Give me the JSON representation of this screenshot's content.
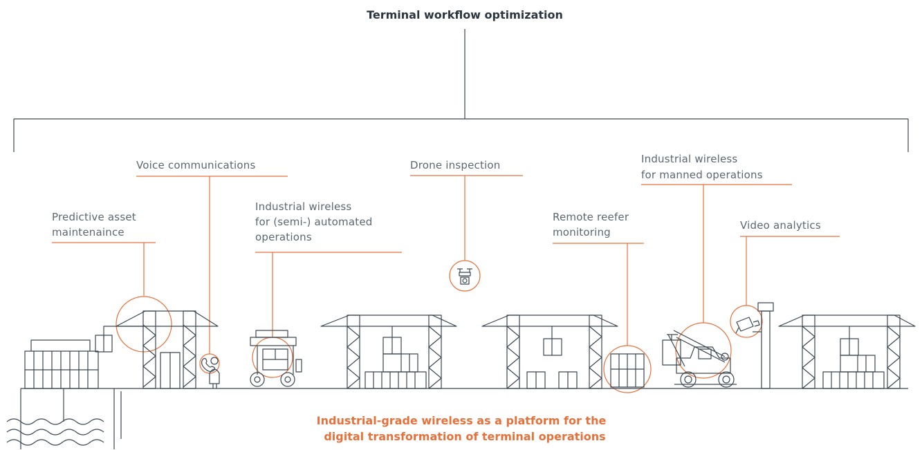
{
  "diagram": {
    "title": "Terminal workflow optimization",
    "footer_line1": "Industrial-grade wireless as a platform for the",
    "footer_line2": "digital transformation of terminal operations",
    "colors": {
      "accent": "#e8703a",
      "line": "#3a4650",
      "text": "#5b6770",
      "title": "#2a3540"
    },
    "use_cases": [
      {
        "id": "predictive",
        "lines": [
          "Predictive asset",
          "maintenaince"
        ]
      },
      {
        "id": "voice",
        "lines": [
          "Voice communications"
        ]
      },
      {
        "id": "automated",
        "lines": [
          "Industrial wireless",
          "for (semi-) automated",
          "operations"
        ]
      },
      {
        "id": "drone",
        "lines": [
          "Drone inspection"
        ]
      },
      {
        "id": "reefer",
        "lines": [
          "Remote reefer",
          "monitoring"
        ]
      },
      {
        "id": "manned",
        "lines": [
          "Industrial wireless",
          "for manned operations"
        ]
      },
      {
        "id": "video",
        "lines": [
          "Video analytics"
        ]
      }
    ],
    "icons": [
      "phone-icon",
      "person-icon",
      "drone-icon",
      "camera-icon"
    ]
  }
}
